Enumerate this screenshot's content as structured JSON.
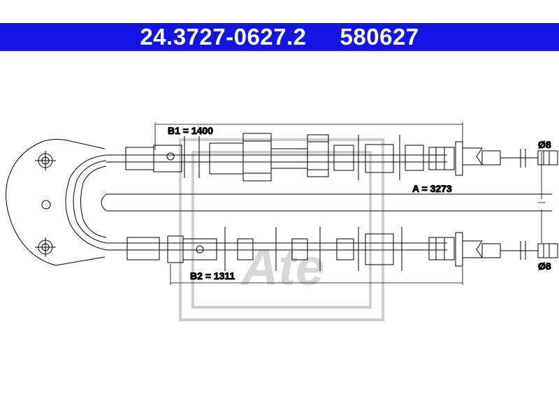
{
  "header": {
    "part_number": "24.3727-0627.2",
    "ref_number": "580627",
    "background_color": "#1414e6"
  },
  "dimensions": {
    "b1": "B1 = 1400",
    "b2": "B2 = 1311",
    "a": "A = 3273",
    "dia_top": "Ø8",
    "dia_bottom": "Ø8"
  },
  "watermark": {
    "logo_text": "Ate"
  }
}
